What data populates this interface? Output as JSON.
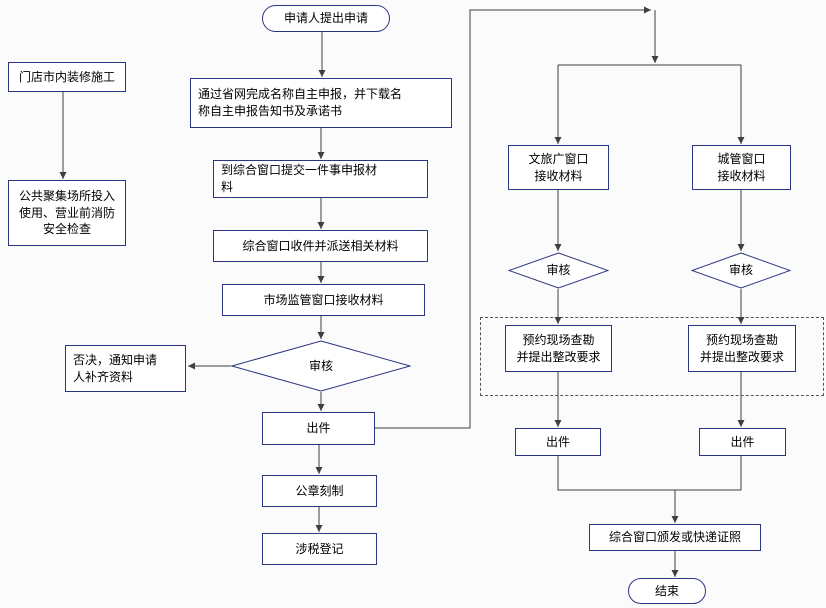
{
  "diagram": {
    "nodes": {
      "start": {
        "label": "申请人提出申请"
      },
      "shop_decoration": {
        "label": "门店市内装修施工"
      },
      "fire_safety_check": {
        "label": "公共聚集场所投入\n使用、营业前消防\n安全检查"
      },
      "online_declare": {
        "label": "通过省网完成名称自主申报，并下载名\n称自主申报告知书及承诺书"
      },
      "submit_materials": {
        "label": "到综合窗口提交一件事申报材\n料"
      },
      "receive_dispatch": {
        "label": "综合窗口收件并派送相关材料"
      },
      "market_window": {
        "label": "市场监管窗口接收材料"
      },
      "review_center": {
        "label": "审核"
      },
      "reject_notice": {
        "label": "否决，通知申请\n人补齐资料"
      },
      "issue_center": {
        "label": "出件"
      },
      "seal_engraving": {
        "label": "公章刻制"
      },
      "tax_registration": {
        "label": "涉税登记"
      },
      "culture_window": {
        "label": "文旅广窗口\n接收材料"
      },
      "urban_window": {
        "label": "城管窗口\n接收材料"
      },
      "review_left": {
        "label": "审核"
      },
      "review_right": {
        "label": "审核"
      },
      "survey_left": {
        "label": "预约现场查勘\n并提出整改要求"
      },
      "survey_right": {
        "label": "预约现场查勘\n并提出整改要求"
      },
      "issue_left": {
        "label": "出件"
      },
      "issue_right": {
        "label": "出件"
      },
      "deliver_license": {
        "label": "综合窗口颁发或快递证照"
      },
      "end": {
        "label": "结束"
      }
    },
    "colors": {
      "node_border": "#2b3583",
      "node_fill": "#ffffff",
      "line": "#3f3f3f",
      "text": "#000000",
      "background": "#fbfbfb",
      "dashed_border": "#555555"
    }
  }
}
